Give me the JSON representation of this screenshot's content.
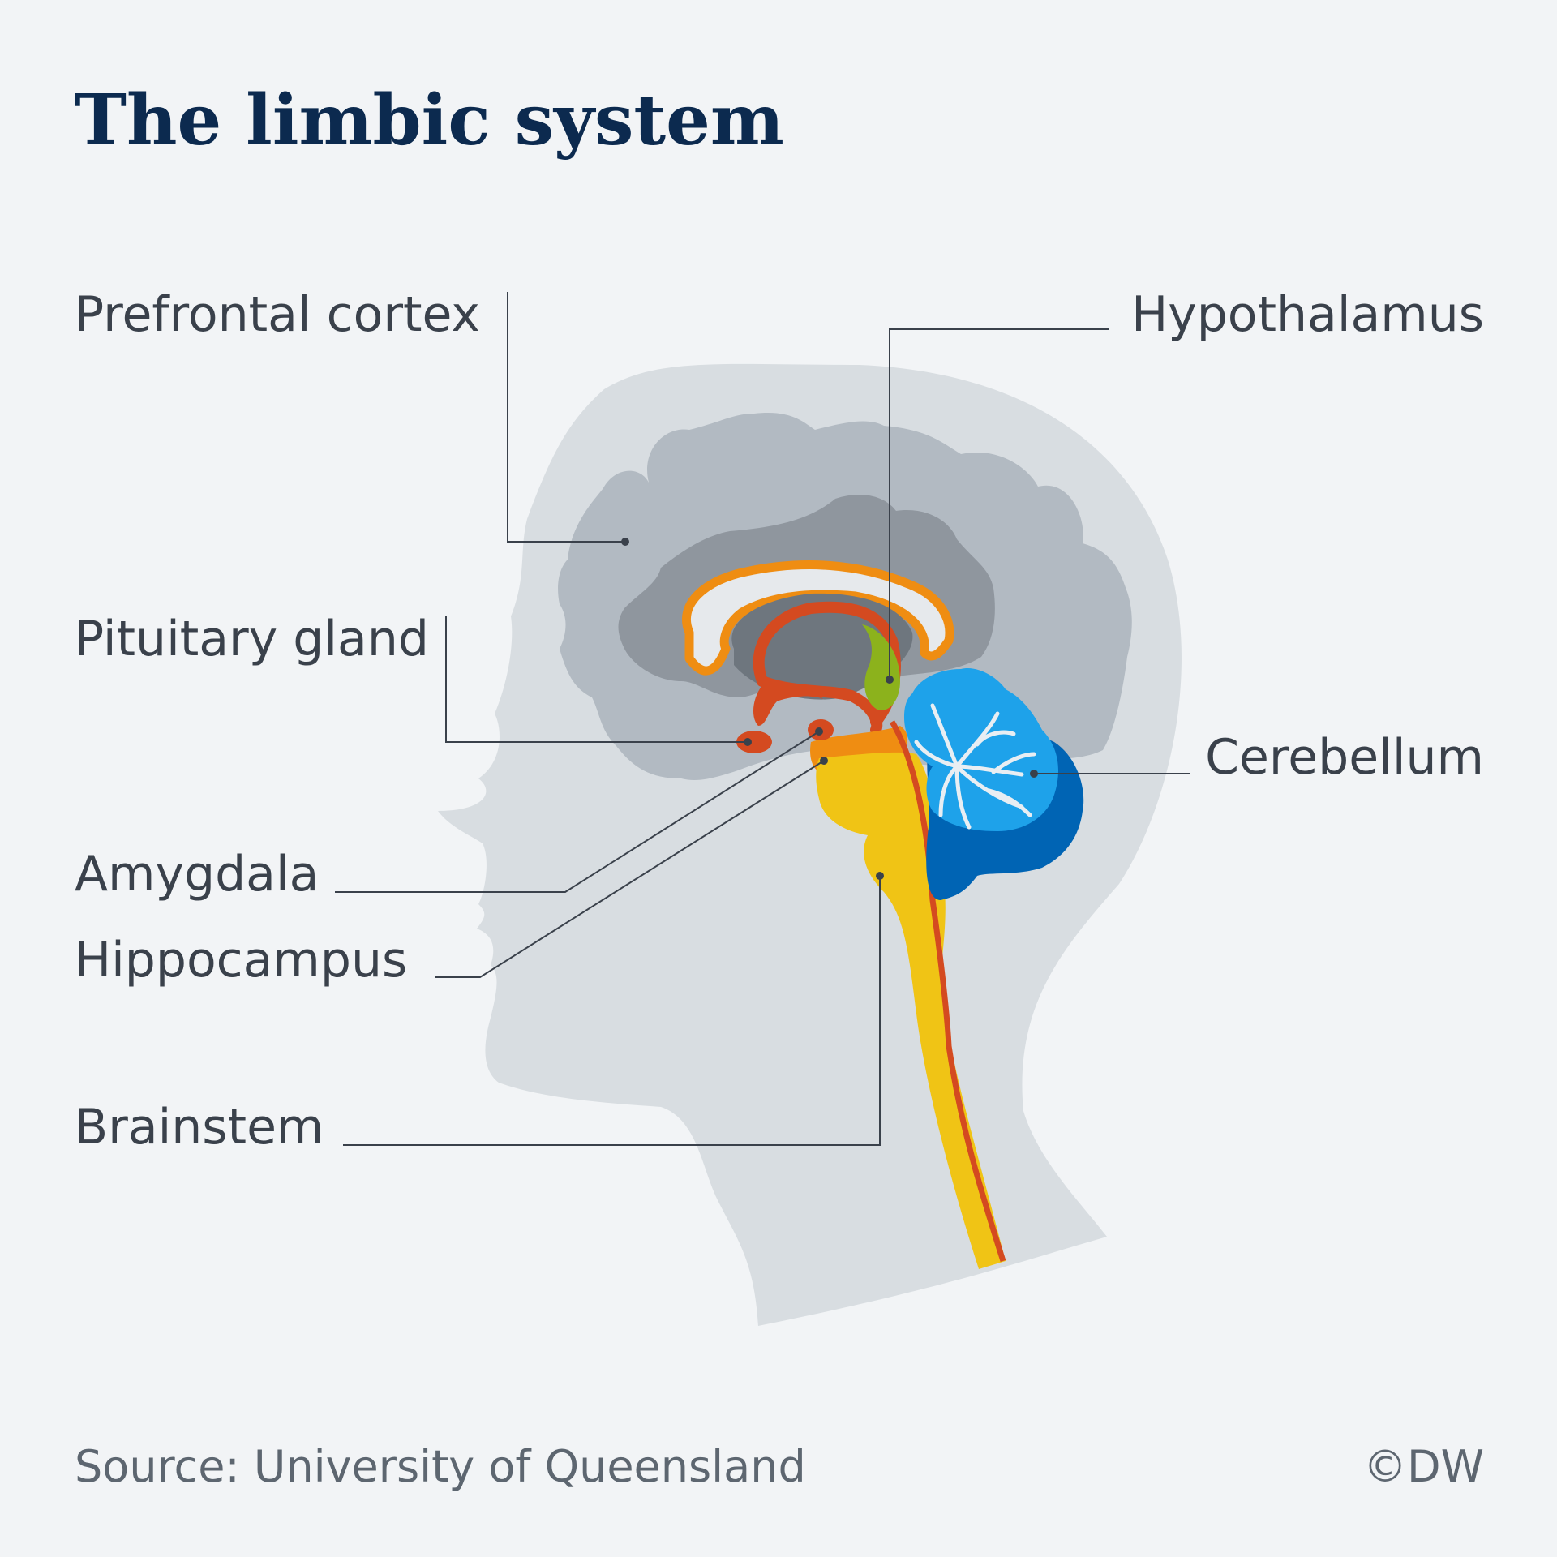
{
  "title": "The limbic system",
  "labels": {
    "prefrontal_cortex": "Prefrontal cortex",
    "pituitary_gland": "Pituitary gland",
    "amygdala": "Amygdala",
    "hippocampus": "Hippocampus",
    "brainstem": "Brainstem",
    "hypothalamus": "Hypothalamus",
    "cerebellum": "Cerebellum"
  },
  "source": "Source: University of Queensland",
  "credit": "©DW",
  "colors": {
    "background": "#f2f4f6",
    "head": "#d8dde1",
    "cortex": "#b2bac2",
    "inner_cortex": "#8f969e",
    "fornix_orange": "#ef8d12",
    "limbic_red": "#d44a20",
    "hypothalamus_green": "#8cb21c",
    "brainstem_yellow": "#f0c415",
    "cerebellum_light": "#1ea2ea",
    "cerebellum_dark": "#0064b4"
  }
}
